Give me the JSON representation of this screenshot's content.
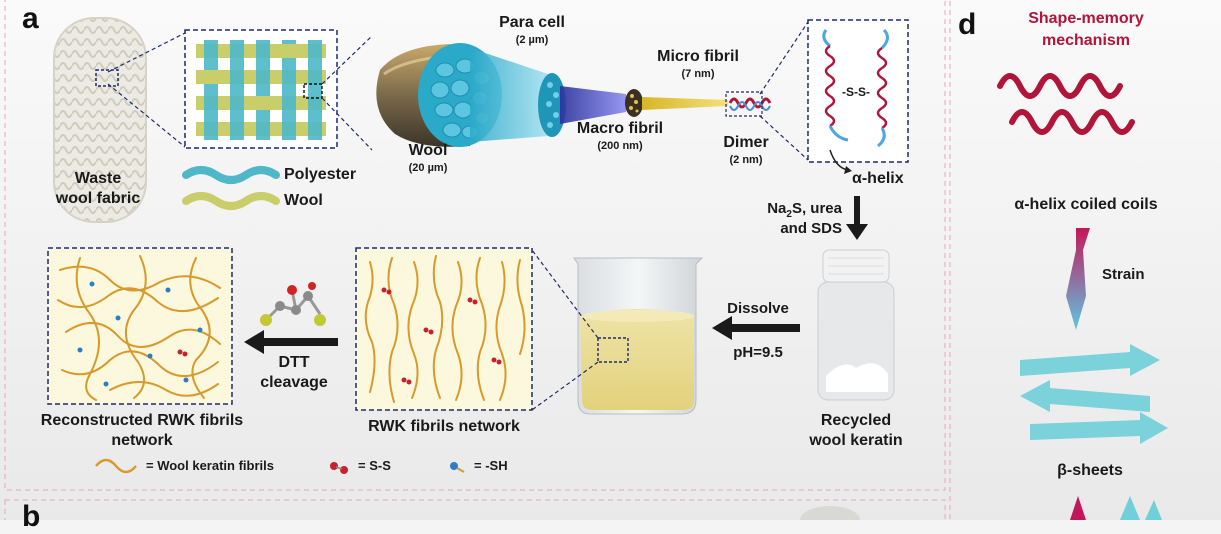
{
  "panels": {
    "a": "a",
    "b": "b",
    "d": "d"
  },
  "panel_a": {
    "waste_fabric": [
      "Waste",
      "wool fabric"
    ],
    "legend_fabric": {
      "polyester": "Polyester",
      "wool": "Wool"
    },
    "hierarchy": {
      "wool": {
        "name": "Wool",
        "size": "(20 µm)"
      },
      "para_cell": {
        "name": "Para cell",
        "size": "(2 µm)"
      },
      "macro_fibril": {
        "name": "Macro fibril",
        "size": "(200 nm)"
      },
      "micro_fibril": {
        "name": "Micro fibril",
        "size": "(7 nm)"
      },
      "dimer": {
        "name": "Dimer",
        "size": "(2 nm)"
      }
    },
    "ss_bond": "-S-S-",
    "alpha_helix": "α-helix",
    "treatment": [
      "Na",
      "2",
      "S, urea",
      "and SDS"
    ],
    "dissolve": {
      "top": "Dissolve",
      "bottom": "pH=9.5"
    },
    "recycled": [
      "Recycled",
      "wool keratin"
    ],
    "rwk_network": "RWK fibrils network",
    "dtt": [
      "DTT",
      "cleavage"
    ],
    "reconstructed": [
      "Reconstructed RWK fibrils",
      "network"
    ],
    "legend": {
      "fibrils": "= Wool keratin fibrils",
      "ss": "= S-S",
      "sh": "= -SH"
    }
  },
  "panel_d": {
    "title": [
      "Shape-memory",
      "mechanism"
    ],
    "coils": "α-helix coiled coils",
    "strain": "Strain",
    "sheets": "β-sheets"
  },
  "colors": {
    "navy_dash": "#1e2a6e",
    "pink_dash": "#e8a6b4",
    "fibril": "#d79a2b",
    "ss_red": "#c8202f",
    "sh_blue": "#2a7fc4",
    "helix_red": "#b0153a",
    "sheet_cyan": "#6fd0da",
    "polyester": "#4fb8c8",
    "wool": "#c9cd6a",
    "title_red": "#b0153a"
  }
}
